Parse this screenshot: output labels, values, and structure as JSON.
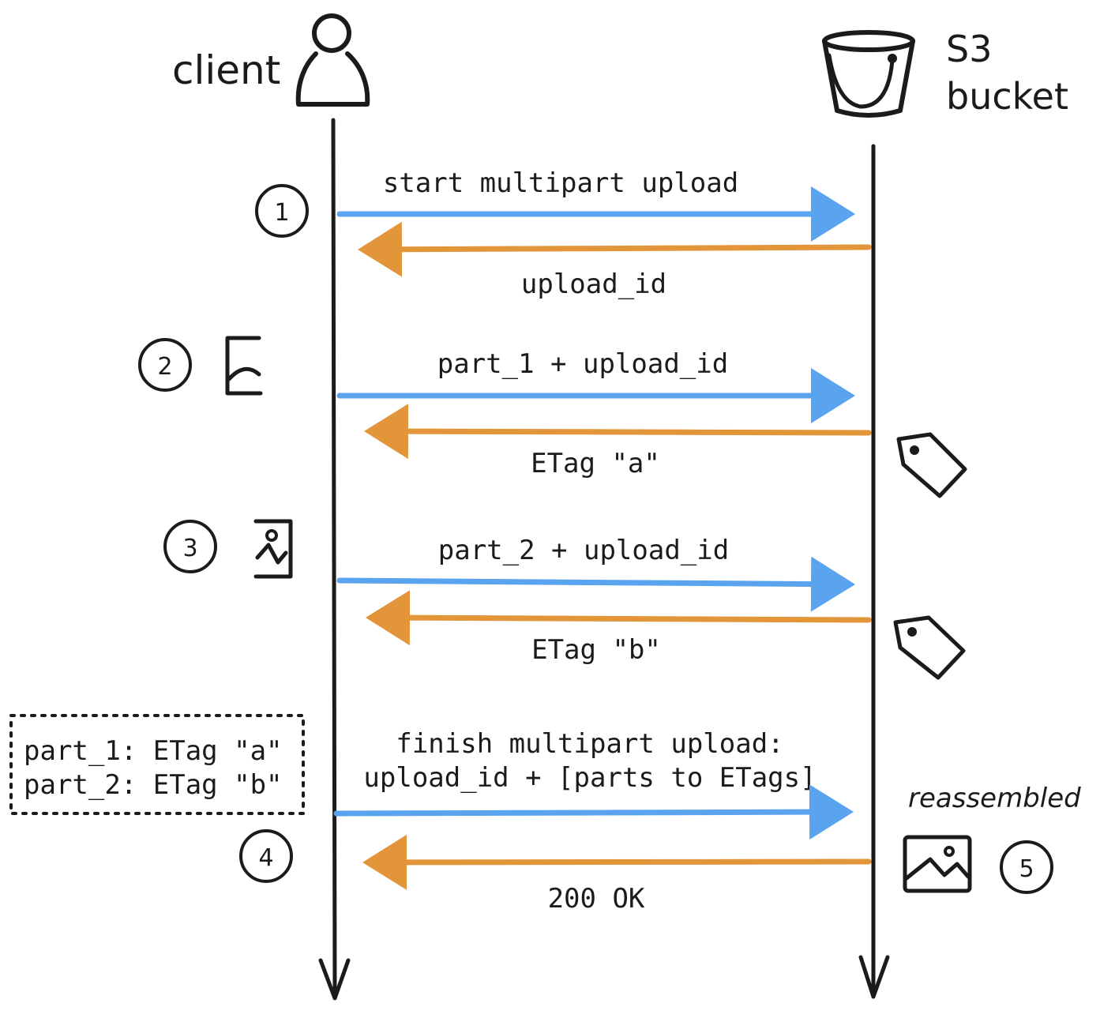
{
  "colors": {
    "request": "#5aa3ee",
    "response": "#e3953a",
    "ink": "#1b1b1b"
  },
  "participants": {
    "client": {
      "label": "client",
      "icon": "person-icon"
    },
    "bucket": {
      "label_line1": "S3",
      "label_line2": "bucket",
      "icon": "bucket-icon"
    }
  },
  "steps": [
    {
      "number": "1",
      "request": "start multipart upload",
      "response": "upload_id"
    },
    {
      "number": "2",
      "request": "part_1 + upload_id",
      "response": "ETag \"a\""
    },
    {
      "number": "3",
      "request": "part_2 + upload_id",
      "response": "ETag \"b\""
    },
    {
      "number": "4",
      "request_line1": "finish multipart upload:",
      "request_line2": "upload_id + [parts to ETags]",
      "response": "200 OK"
    },
    {
      "number": "5"
    }
  ],
  "etag_map": {
    "line1": "part_1: ETag \"a\"",
    "line2": "part_2: ETag \"b\""
  },
  "reassembled_label": "reassembled"
}
